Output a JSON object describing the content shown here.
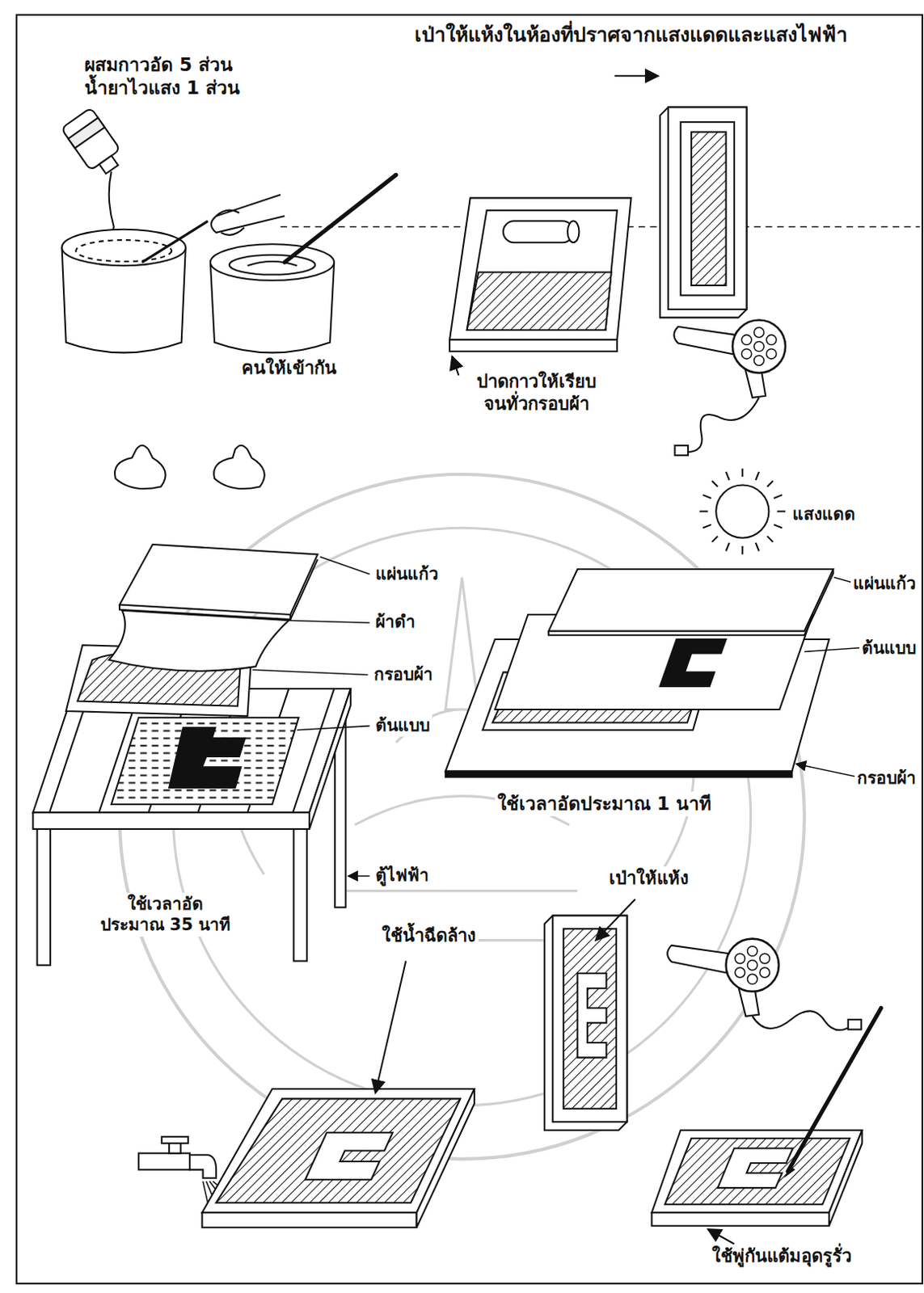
{
  "diagram": {
    "labels": [
      "เป่าให้แห้งในห้องที่ปราศจากแสงแดดและแสงไฟฟ้า",
      "ผสมกาวอัด 5 ส่วน น้ำยาไวแสง 1 ส่วน",
      "คนให้เข้ากัน",
      "ปาดกาวให้เรียบ จนทั่วกรอบผ้า",
      "แผ่นแก้ว",
      "ผ้าดำ",
      "กรอบผ้า",
      "ต้นแบบ",
      "ตู้ไฟฟ้า",
      "ใช้เวลาอัด ประมาณ 35 นาที",
      "แสงแดด",
      "แผ่นแก้ว",
      "ต้นแบบ",
      "กรอบผ้า",
      "ใช้เวลาอัดประมาณ 1 นาที",
      "ใช้น้ำฉีดล้าง",
      "เป่าให้แห้ง",
      "ใช้พู่กันแต้มอุดรูรั่ว"
    ]
  }
}
